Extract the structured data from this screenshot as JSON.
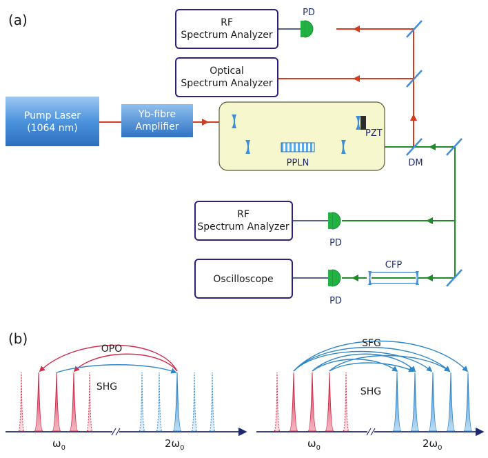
{
  "panel_a": {
    "tag": "(a)",
    "pump_laser": {
      "line1": "Pump Laser",
      "line2": "(1064 nm)"
    },
    "amplifier": {
      "line1": "Yb-fibre",
      "line2": "Amplifier"
    },
    "rf_top": {
      "line1": "RF",
      "line2": "Spectrum Analyzer"
    },
    "optical": {
      "line1": "Optical",
      "line2": "Spectrum Analyzer"
    },
    "rf_bottom": {
      "line1": "RF",
      "line2": "Spectrum Analyzer"
    },
    "oscilloscope": "Oscilloscope",
    "pd_label": "PD",
    "pzt": "PZT",
    "ppln": "PPLN",
    "dm": "DM",
    "cfp": "CFP"
  },
  "panel_b": {
    "tag": "(b)",
    "left": {
      "process_top": "OPO",
      "process_bottom": "SHG",
      "axis_w0": "ω",
      "axis_2w0": "2ω",
      "subscript": "0"
    },
    "right": {
      "process_top": "SFG",
      "process_bottom": "SHG",
      "axis_w0": "ω",
      "axis_2w0": "2ω",
      "subscript": "0"
    }
  },
  "colors": {
    "red_beam": "#d63a1f",
    "green_beam": "#1f8a2a",
    "box_border": "#2d2080",
    "mirror": "#3e8ed8",
    "pd_green": "#22b244",
    "pump_blue": "#3a87d6",
    "cavity_fill": "#f6f7cc",
    "red_peak": "#d42a4a",
    "blue_peak": "#2f86c8",
    "axis": "#1f2a6e"
  }
}
